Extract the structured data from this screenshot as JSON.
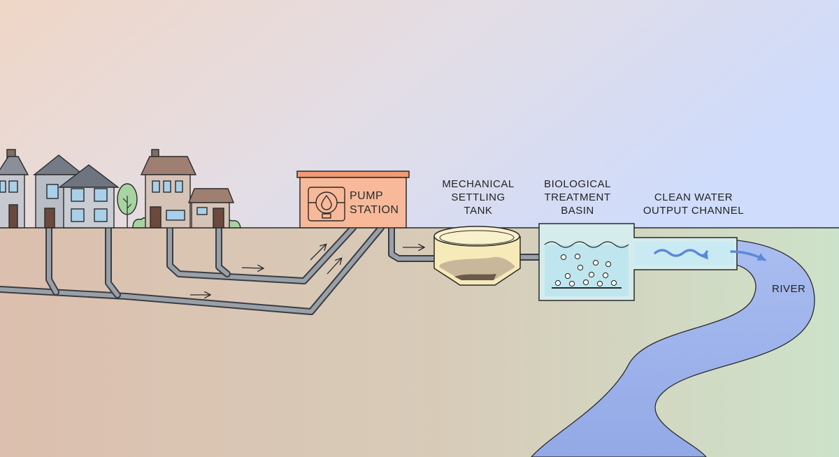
{
  "labels": {
    "pump_station": [
      "PUMP",
      "STATION"
    ],
    "settling_tank": [
      "MECHANICAL",
      "SETTLING",
      "TANK"
    ],
    "bio_basin": [
      "BIOLOGICAL",
      "TREATMENT",
      "BASIN"
    ],
    "clean_channel": [
      "CLEAN WATER",
      "OUTPUT CHANNEL"
    ],
    "river": "RIVER"
  },
  "colors": {
    "sky_left": "#ecd9cb",
    "sky_right": "#d2defa",
    "ground_left": "#dcbfae",
    "ground_right": "#cfe0c9",
    "pump_fill": "#f7b999",
    "pipe": "#8b8f98",
    "settling_fill": "#f6eab8",
    "bio_fill": "#c8e9ec",
    "river": "#9fb4ea",
    "flow_arrow": "#5b89d9"
  },
  "icons": {
    "pump": "pump-droplet-icon",
    "flow": "arrow-right-icon"
  }
}
